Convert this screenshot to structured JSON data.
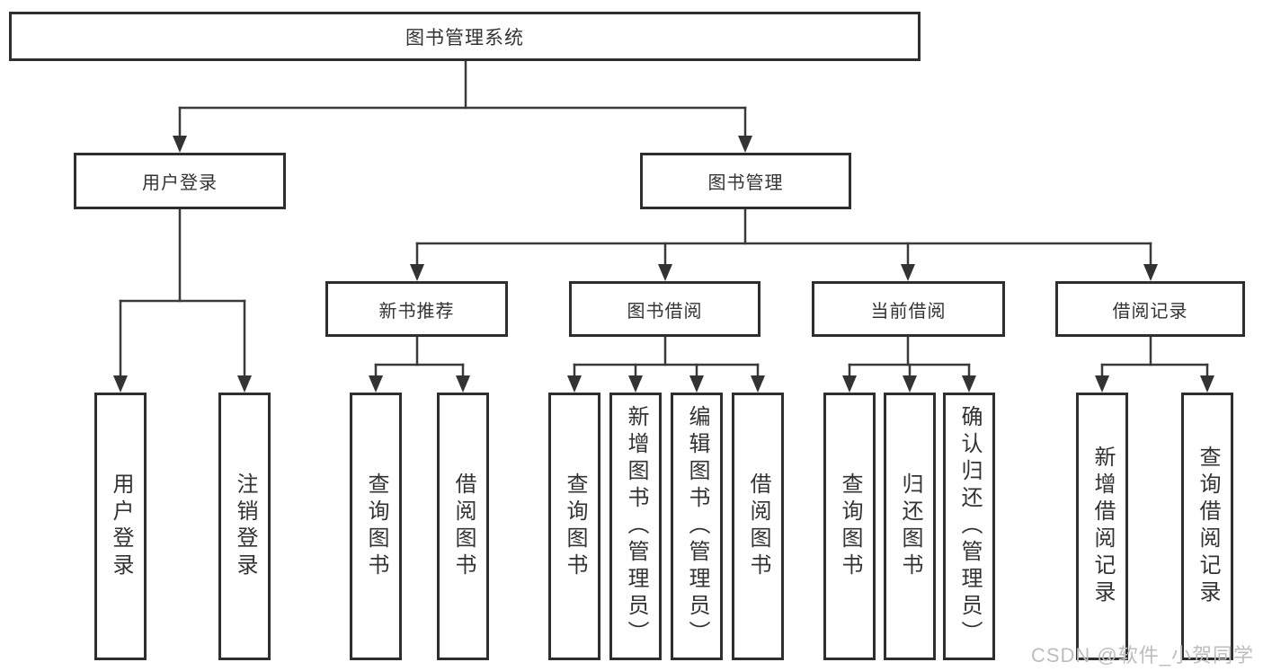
{
  "diagram": {
    "root": {
      "label": "图书管理系统"
    },
    "branches": [
      {
        "label": "用户登录",
        "children": [
          {
            "label": "用户登录"
          },
          {
            "label": "注销登录"
          }
        ]
      },
      {
        "label": "图书管理",
        "sections": [
          {
            "label": "新书推荐",
            "children": [
              {
                "label": "查询图书"
              },
              {
                "label": "借阅图书"
              }
            ]
          },
          {
            "label": "图书借阅",
            "children": [
              {
                "label": "查询图书"
              },
              {
                "label": "新增图书（管理员）"
              },
              {
                "label": "编辑图书（管理员）"
              },
              {
                "label": "借阅图书"
              }
            ]
          },
          {
            "label": "当前借阅",
            "children": [
              {
                "label": "查询图书"
              },
              {
                "label": "归还图书"
              },
              {
                "label": "确认归还（管理员）"
              }
            ]
          },
          {
            "label": "借阅记录",
            "children": [
              {
                "label": "新增借阅记录"
              },
              {
                "label": "查询借阅记录"
              }
            ]
          }
        ]
      }
    ],
    "colors": {
      "line": "#3a3a3a",
      "box_border": "#2e2e2e",
      "text": "#333333",
      "watermark": "#bdbdbd"
    }
  },
  "watermark": {
    "text": "CSDN @软件_小贺同学"
  }
}
